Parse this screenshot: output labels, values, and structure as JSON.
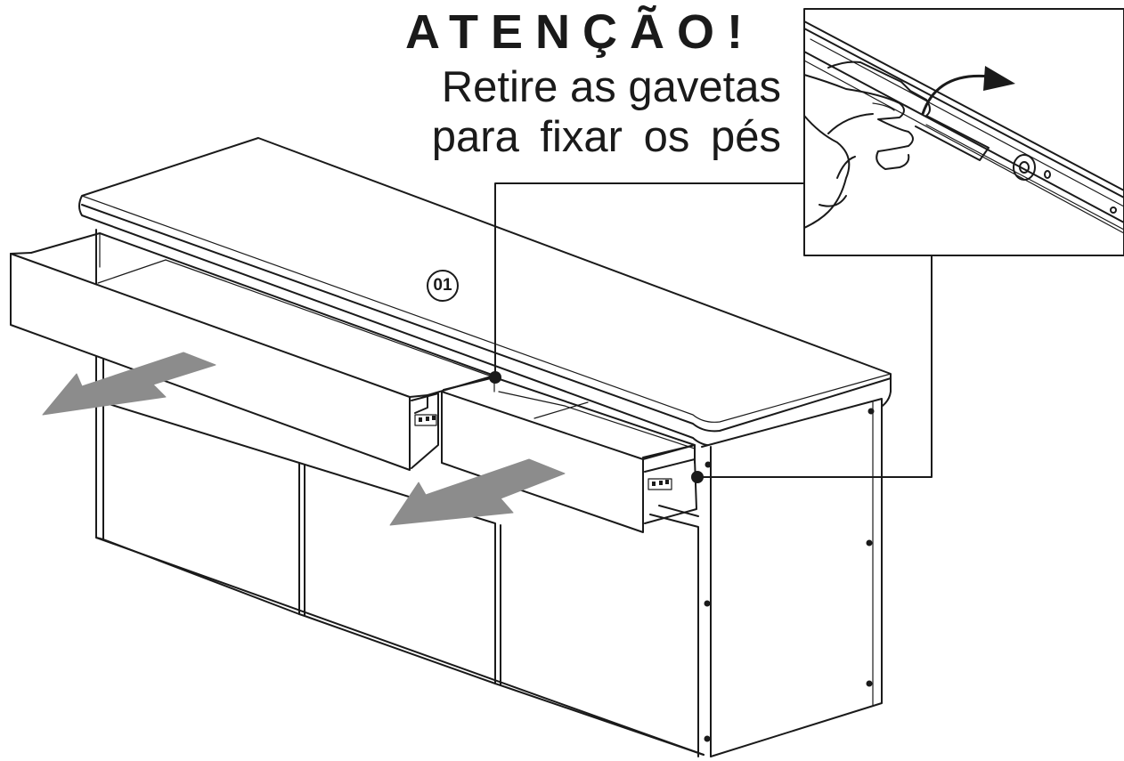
{
  "header": {
    "attention": "ATENÇÃO!",
    "line1": "Retire as gavetas",
    "line2": "para fixar os pés"
  },
  "labels": {
    "step": "01"
  },
  "colors": {
    "ink": "#1a1a1a",
    "arrow_fill": "#8c8c8c",
    "background": "#ffffff"
  },
  "icons": {
    "pull_arrow": "arrow-down-left-icon",
    "lever_arrow": "curved-arrow-icon",
    "marker": "dot-icon"
  }
}
